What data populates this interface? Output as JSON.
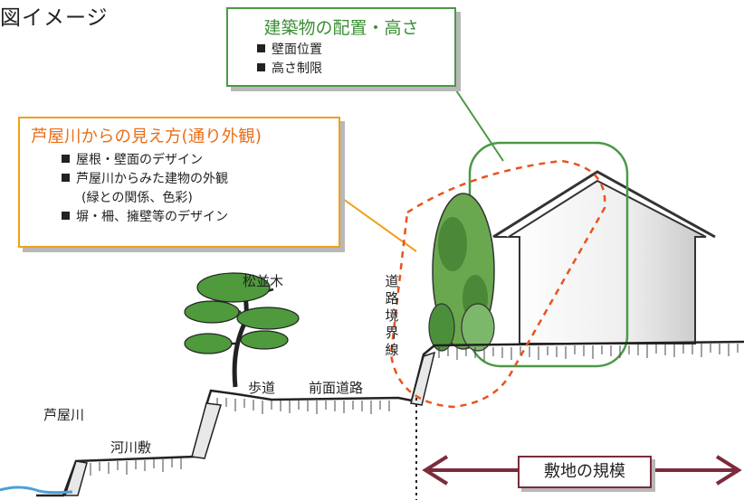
{
  "page_title": "図イメージ",
  "building_box": {
    "title": "建築物の配置・高さ",
    "items": [
      "壁面位置",
      "高さ制限"
    ]
  },
  "river_box": {
    "title": "芦屋川からの見え方(通り外観)",
    "items": [
      {
        "main": "屋根・壁面のデザイン"
      },
      {
        "main": "芦屋川からみた建物の外観",
        "sub": "(緑との関係、色彩)"
      },
      {
        "main": "塀・柵、擁壁等のデザイン"
      }
    ]
  },
  "labels": {
    "pine_trees": "松並木",
    "sidewalk": "歩道",
    "front_road": "前面道路",
    "ashiya_river": "芦屋川",
    "riverbed": "河川敷",
    "road_boundary": [
      "道",
      "路",
      "境",
      "界",
      "線"
    ],
    "site_scale": "敷地の規模"
  },
  "colors": {
    "green_frame": "#4a9a44",
    "orange_frame": "#f0a018",
    "orange_dashed": "#e8541e",
    "arrow": "#7b2b3a"
  }
}
